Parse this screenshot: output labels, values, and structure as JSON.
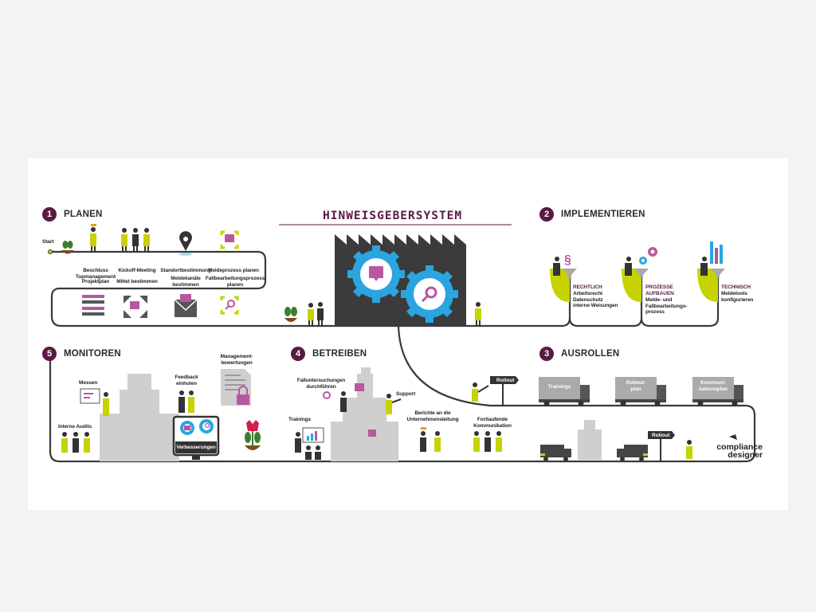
{
  "title": "HINWEISGEBERSYSTEM",
  "phases": [
    {
      "num": "1",
      "label": "PLANEN"
    },
    {
      "num": "2",
      "label": "IMPLEMENTIEREN"
    },
    {
      "num": "3",
      "label": "AUSROLLEN"
    },
    {
      "num": "4",
      "label": "BETREIBEN"
    },
    {
      "num": "5",
      "label": "MONITOREN"
    }
  ],
  "planen": {
    "start": "Start",
    "beschluss": "Beschluss\nTopmanagement",
    "kickoff": "Kickoff-Meeting",
    "standort": "Standortbestimmung",
    "meldeprozess": "Meldeprozess planen",
    "projektplan": "Projektplan",
    "mittel": "Mittel bestimmen",
    "meldekanaele": "Meldekanäle\nbestimmen",
    "fallbearbeitung": "Fallbearbeitungsprozess\nplanen"
  },
  "implementieren": {
    "rechtlich_head": "RECHTLICH",
    "rechtlich_body": "Arbeitsrecht\nDatenschutz\ninterne Weisungen",
    "prozesse_head": "PROZESSE\nAUFBAUEN",
    "prozesse_body": "Melde- und\nFallbearbeitungs-\nprozess",
    "technisch_head": "TECHNISCH",
    "technisch_body": "Meldetools\nkonfigurieren"
  },
  "ausrollen": {
    "rollout_sign": "Rollout",
    "truck_trainings": "Trainings",
    "truck_rollout": "Rollout-\nplan",
    "truck_kommunikation": "Kommuni-\nkationsplan",
    "rollout_sign_bottom": "Rollout"
  },
  "betreiben": {
    "fall": "Falluntersuchungen\ndurchführen",
    "support": "Support",
    "trainings": "Trainings",
    "berichte": "Berichte an die\nUnternehmensleitung",
    "kommunikation": "Fortlaufende\nKommunikation"
  },
  "monitoren": {
    "messen": "Messen",
    "feedback": "Feedback\neinholen",
    "management": "Management-\nbewertungen",
    "audits": "Interne Audits",
    "verbesserungen": "Verbesserungen"
  },
  "logo": "compliance\ndesigner",
  "colors": {
    "purple": "#5a1a43",
    "lime": "#c6d300",
    "blue": "#2aa5e0",
    "magenta": "#b9569f",
    "dark": "#333333",
    "gray": "#cfcfcf"
  }
}
